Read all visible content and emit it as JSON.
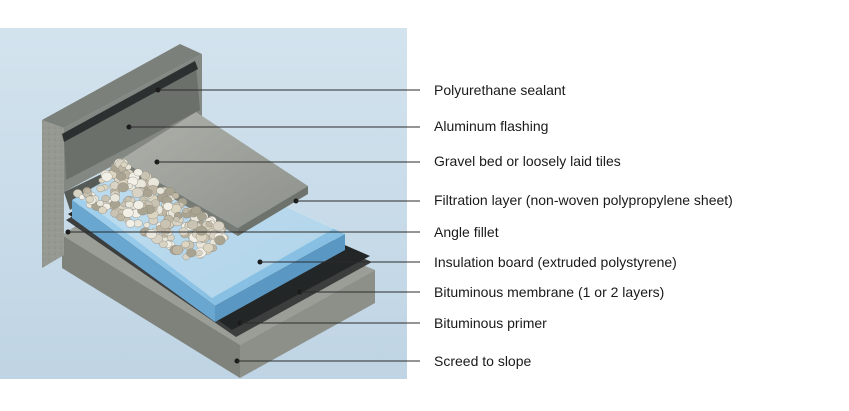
{
  "colors": {
    "background_panel": "#cfe0ec",
    "concrete": "#8f938c",
    "concrete_dark": "#6d7069",
    "insulation": "#8ec4e6",
    "membrane": "#2c2f2f",
    "tile": "#9ea29c",
    "leader_line": "#2b2b2b",
    "label_text": "#1a1a1a"
  },
  "labels": [
    {
      "text": "Polyurethane sealant"
    },
    {
      "text": "Aluminum flashing"
    },
    {
      "text": "Gravel bed or loosely laid tiles"
    },
    {
      "text": "Filtration layer (non-woven polypropylene sheet)"
    },
    {
      "text": "Angle fillet"
    },
    {
      "text": "Insulation board (extruded polystyrene)"
    },
    {
      "text": "Bituminous membrane (1 or 2 layers)"
    },
    {
      "text": "Bituminous primer"
    },
    {
      "text": "Screed to slope"
    }
  ]
}
